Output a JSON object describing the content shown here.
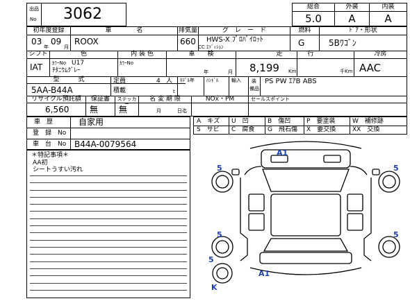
{
  "lot": {
    "label_top": "出品",
    "label_bottom": "No",
    "number": "3062"
  },
  "grades": {
    "labels": [
      "総合",
      "外装",
      "内装"
    ],
    "values": [
      "5.0",
      "A",
      "A"
    ]
  },
  "row1": {
    "labels": [
      "初年度登録",
      "車　　　　名",
      "排気量",
      "グ　レ　ー　ド",
      "燃料",
      "ﾄﾞｱ・形状"
    ],
    "year": "03",
    "year_unit": "年",
    "month": "09",
    "month_unit": "月",
    "name": "ROOX",
    "cc": "660",
    "cc_unit": "CC",
    "grade_line1": "HWS-X ﾌﾟﾛﾊﾟｲﾛｯﾄ",
    "grade_line2": "ｴﾃﾞｨｼｮﾝ",
    "fuel": "G",
    "door": "5Bﾜｺﾞﾝ"
  },
  "row2": {
    "labels": [
      "シフト",
      "色",
      "内 装 色",
      "車　　検",
      "走　　　　行",
      "",
      "冷房"
    ],
    "shift": "IAT",
    "color_no_label": "ｶﾗｰNo",
    "color_no": "U17",
    "color_name": "ﾁﾀﾆｳﾑｸﾞﾚｰ",
    "interior_no_label": "ｶﾗｰNo",
    "inspection_year_unit": "年",
    "inspection_month_unit": "月",
    "mileage": "8,199",
    "mileage_unit": "Km",
    "mileage_unit2": "千Km",
    "ac": "AAC"
  },
  "row3": {
    "model_label": "型　　　式",
    "model": "5AA-B44A",
    "capacity_label": "定員",
    "capacity": "4",
    "capacity_unit": "人",
    "load_label": "積載",
    "load_unit": "t",
    "model_change_label": "ﾓﾃﾞﾙ年",
    "handle_label": "ﾊﾝﾄﾞﾙ",
    "import_label": "輸入",
    "equip_label_top": "装",
    "equip_label_bottom": "備品",
    "equipment": "PS PW ｴｱB ABS"
  },
  "row4": {
    "labels": [
      "リサイクル預託額",
      "保証書",
      "ステッカー",
      "名 変 期 限",
      "NOx・PM",
      "セールスポイント"
    ],
    "recycle": "6,560",
    "warranty": "無",
    "sticker": "無",
    "deadline_month": "月",
    "deadline_day": "日迄"
  },
  "history": {
    "labels": [
      "車　歴",
      "登　録　No",
      "車　台　No"
    ],
    "usage": "自家用",
    "registration": "",
    "chassis": "B44A-0079564"
  },
  "legend": {
    "items": [
      [
        "A",
        "キズ"
      ],
      [
        "U",
        "凹"
      ],
      [
        "B",
        "傷凹"
      ],
      [
        "P",
        "要塗装"
      ],
      [
        "W",
        "補修跡"
      ],
      [
        "S",
        "サビ"
      ],
      [
        "C",
        "腐食"
      ],
      [
        "G",
        "飛石傷"
      ],
      [
        "X",
        "要交換"
      ],
      [
        "XX",
        "交換"
      ]
    ]
  },
  "notes": {
    "title": "＊特記事項＊",
    "lines": [
      "AA初",
      "シートうすい汚れ"
    ]
  },
  "diagram": {
    "marks": [
      {
        "id": "front-top",
        "text": "A1"
      },
      {
        "id": "fl-wheel",
        "text": "5"
      },
      {
        "id": "fr-wheel",
        "text": "5"
      },
      {
        "id": "rl-wheel",
        "text": "5"
      },
      {
        "id": "rr-wheel",
        "text": "5"
      },
      {
        "id": "spare-top",
        "text": "5"
      },
      {
        "id": "rear-bottom",
        "text": "A1"
      },
      {
        "id": "spare-bottom",
        "text": "K"
      }
    ]
  }
}
